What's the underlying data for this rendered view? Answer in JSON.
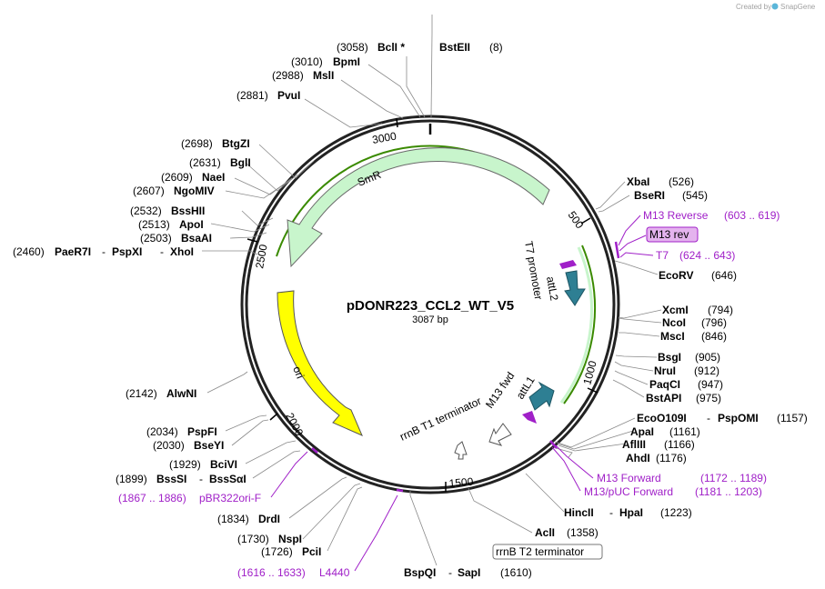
{
  "branding": {
    "created_by": "Created by",
    "app": "SnapGene"
  },
  "plasmid": {
    "name": "pDONR223_CCL2_WT_V5",
    "size": "3087 bp",
    "length": 3087
  },
  "ticks": [
    "500",
    "1000",
    "1500",
    "2000",
    "2500",
    "3000"
  ],
  "features": [
    {
      "name": "SmR",
      "type": "cds",
      "color": "#c8f5cc"
    },
    {
      "name": "ori",
      "type": "origin",
      "color": "#ffff00"
    },
    {
      "name": "attL2",
      "type": "recomb",
      "color": "#2e7f93"
    },
    {
      "name": "attL1",
      "type": "recomb",
      "color": "#2e7f93"
    },
    {
      "name": "T7 promoter",
      "type": "promoter"
    },
    {
      "name": "M13 fwd",
      "type": "primer_site"
    },
    {
      "name": "rrnB T1 terminator",
      "type": "terminator"
    },
    {
      "name": "rrnB T2 terminator",
      "type": "terminator"
    }
  ],
  "enzymes": [
    {
      "name": "BstEII",
      "pos": "(8)"
    },
    {
      "name": "BclI *",
      "pos": "(3058)"
    },
    {
      "name": "BpmI",
      "pos": "(3010)"
    },
    {
      "name": "MslI",
      "pos": "(2988)"
    },
    {
      "name": "PvuI",
      "pos": "(2881)"
    },
    {
      "name": "BtgZI",
      "pos": "(2698)"
    },
    {
      "name": "BglI",
      "pos": "(2631)"
    },
    {
      "name": "NaeI",
      "pos": "(2609)"
    },
    {
      "name": "NgoMIV",
      "pos": "(2607)"
    },
    {
      "name": "BssHII",
      "pos": "(2532)"
    },
    {
      "name": "ApoI",
      "pos": "(2513)"
    },
    {
      "name": "BsaAI",
      "pos": "(2503)"
    },
    {
      "name": "PaeR7I",
      "pos": "(2460)"
    },
    {
      "name": "PspXI",
      "pos": ""
    },
    {
      "name": "XhoI",
      "pos": ""
    },
    {
      "name": "AlwNI",
      "pos": "(2142)"
    },
    {
      "name": "PspFI",
      "pos": "(2034)"
    },
    {
      "name": "BseYI",
      "pos": "(2030)"
    },
    {
      "name": "BciVI",
      "pos": "(1929)"
    },
    {
      "name": "BssSI",
      "pos": "(1899)"
    },
    {
      "name": "BssSαI",
      "pos": ""
    },
    {
      "name": "DrdI",
      "pos": "(1834)"
    },
    {
      "name": "NspI",
      "pos": "(1730)"
    },
    {
      "name": "PciI",
      "pos": "(1726)"
    },
    {
      "name": "BspQI",
      "pos": "(1610)"
    },
    {
      "name": "SapI",
      "pos": ""
    },
    {
      "name": "AclI",
      "pos": "(1358)"
    },
    {
      "name": "HincII",
      "pos": "(1223)"
    },
    {
      "name": "HpaI",
      "pos": ""
    },
    {
      "name": "AhdI",
      "pos": "(1176)"
    },
    {
      "name": "AflIII",
      "pos": "(1166)"
    },
    {
      "name": "ApaI",
      "pos": "(1161)"
    },
    {
      "name": "EcoO109I",
      "pos": "(1157)"
    },
    {
      "name": "PspOMI",
      "pos": ""
    },
    {
      "name": "BstAPI",
      "pos": "(975)"
    },
    {
      "name": "PaqCI",
      "pos": "(947)"
    },
    {
      "name": "NruI",
      "pos": "(912)"
    },
    {
      "name": "BsgI",
      "pos": "(905)"
    },
    {
      "name": "MscI",
      "pos": "(846)"
    },
    {
      "name": "NcoI",
      "pos": "(796)"
    },
    {
      "name": "XcmI",
      "pos": "(794)"
    },
    {
      "name": "EcoRV",
      "pos": "(646)"
    },
    {
      "name": "XbaI",
      "pos": "(526)"
    },
    {
      "name": "BseRI",
      "pos": "(545)"
    }
  ],
  "primers": [
    {
      "name": "M13 Reverse",
      "range": "(603 .. 619)"
    },
    {
      "name": "M13 rev",
      "range": ""
    },
    {
      "name": "T7",
      "range": "(624 .. 643)"
    },
    {
      "name": "M13 Forward",
      "range": "(1172 .. 1189)"
    },
    {
      "name": "M13/pUC Forward",
      "range": "(1181 .. 1203)"
    },
    {
      "name": "pBR322ori-F",
      "range": "(1867 .. 1886)"
    },
    {
      "name": "L4440",
      "range": "(1616 .. 1633)"
    }
  ],
  "colors": {
    "primer": "#a020c8",
    "backbone": "#222222",
    "feature_outline": "#3a8a00",
    "lead": "#8a8a8a"
  }
}
